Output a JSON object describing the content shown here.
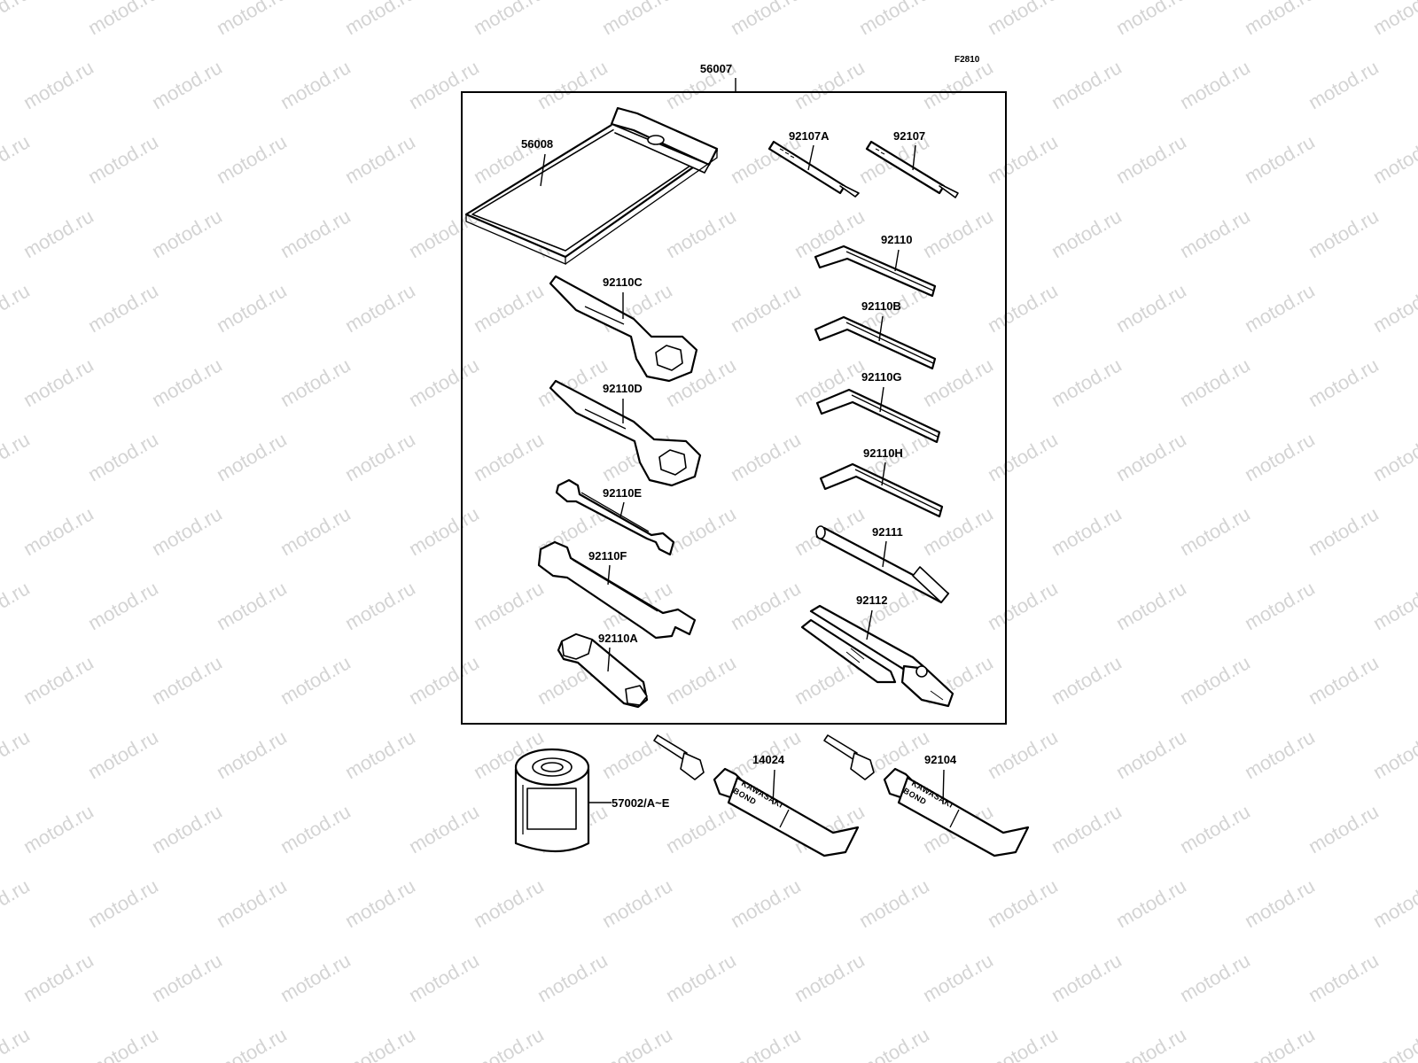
{
  "figure_code": "F2810",
  "watermark_text": "motod.ru",
  "parts": {
    "kit": "56007",
    "pouch": "56008",
    "screwdriver_a": "92107A",
    "screwdriver": "92107",
    "hex_wrench": "92110",
    "hex_wrench_b": "92110B",
    "hex_wrench_g": "92110G",
    "hex_wrench_h": "92110H",
    "ring_wrench_c": "92110C",
    "ring_wrench_d": "92110D",
    "open_wrench_e": "92110E",
    "open_wrench_f": "92110F",
    "socket_wrench_a": "92110A",
    "handle": "92111",
    "pliers": "92112",
    "oil_filter": "57002/A~E",
    "bond_tube_1": "14024",
    "bond_tube_2": "92104"
  },
  "tube_print": {
    "line1": "KAWASAKI",
    "line2": "BOND"
  }
}
